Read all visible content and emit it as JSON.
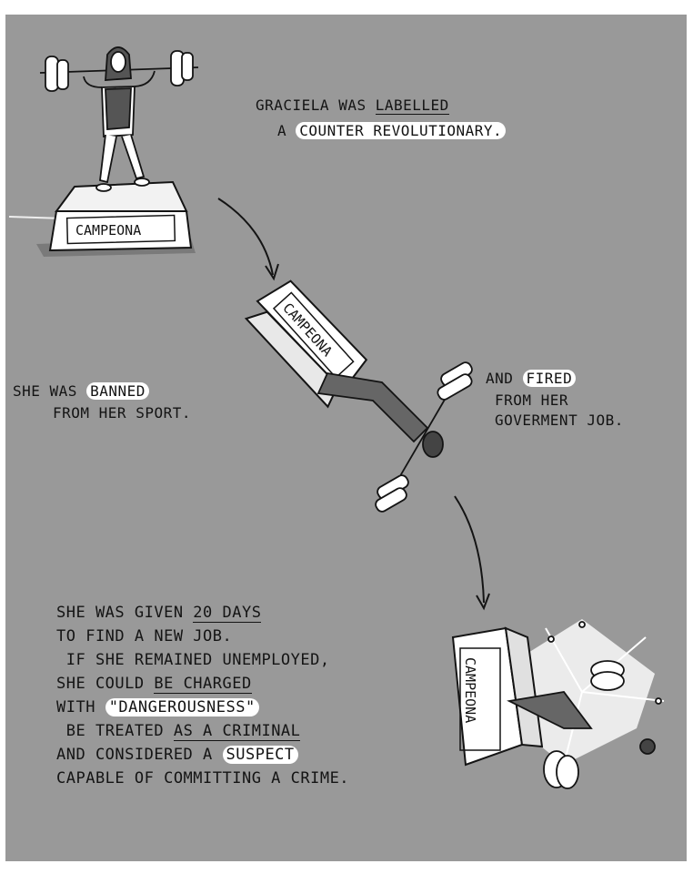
{
  "plate_label": "CAMPEONA",
  "captions": {
    "labelled": {
      "line1_pre": "GRACIELA WAS ",
      "line1_ul": "LABELLED",
      "line2_pre": "A ",
      "line2_hl": "COUNTER REVOLUTIONARY."
    },
    "banned": {
      "line1_pre": "SHE WAS ",
      "line1_hl": "BANNED",
      "line2": "FROM HER SPORT."
    },
    "fired": {
      "line1_pre": "AND ",
      "line1_hl": "FIRED",
      "line2": "FROM HER",
      "line3": "GOVERMENT JOB."
    },
    "days": {
      "l1_pre": "SHE WAS GIVEN ",
      "l1_ul": "20 DAYS",
      "l2": "TO FIND A NEW JOB.",
      "l3": "IF SHE REMAINED UNEMPLOYED,",
      "l4_pre": "SHE COULD ",
      "l4_ul": "BE CHARGED",
      "l5_pre": "WITH ",
      "l5_hl": "\"DANGEROUSNESS\"",
      "l6_pre": "BE TREATED ",
      "l6_ul": "AS A CRIMINAL",
      "l7_pre": "AND CONSIDERED A ",
      "l7_hl": "SUSPECT",
      "l8": "CAPABLE OF COMMITTING A CRIME."
    }
  },
  "colors": {
    "panel": "#999999",
    "ink": "#141414",
    "highlight": "#ffffff"
  }
}
